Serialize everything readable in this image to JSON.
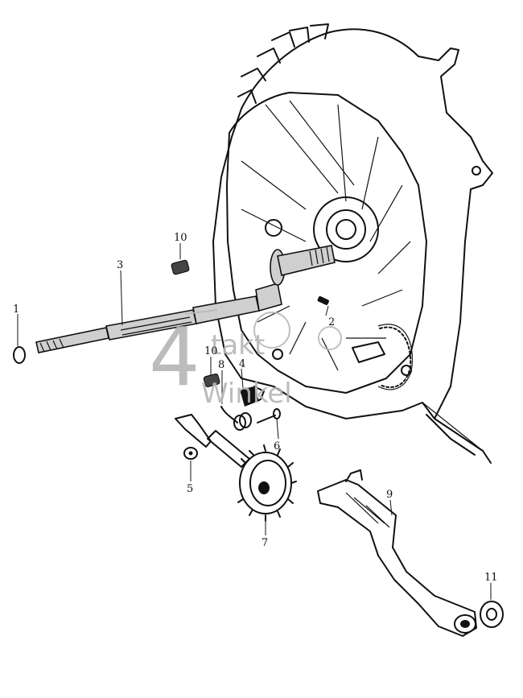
{
  "diagram": {
    "title": "",
    "callouts": [
      {
        "id": "c1",
        "text": "1"
      },
      {
        "id": "c2",
        "text": "2"
      },
      {
        "id": "c3",
        "text": "3"
      },
      {
        "id": "c4",
        "text": "4"
      },
      {
        "id": "c5",
        "text": "5"
      },
      {
        "id": "c6",
        "text": "6"
      },
      {
        "id": "c7",
        "text": "7"
      },
      {
        "id": "c8",
        "text": "8"
      },
      {
        "id": "c9",
        "text": "9"
      },
      {
        "id": "c10a",
        "text": "10"
      },
      {
        "id": "c10b",
        "text": "10"
      },
      {
        "id": "c11",
        "text": "11"
      }
    ]
  },
  "watermark": {
    "number": "4",
    "line1": "takt",
    "line2": "Winkel",
    "color": "#b5b5b5"
  },
  "colors": {
    "ink": "#111111",
    "background": "#ffffff"
  }
}
